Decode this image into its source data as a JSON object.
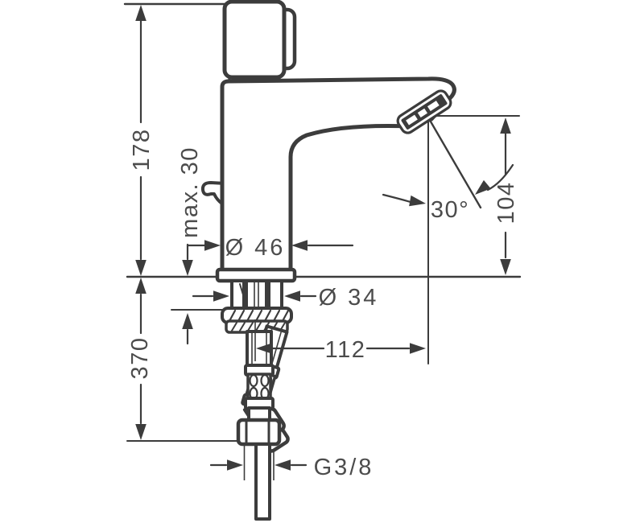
{
  "diagram": {
    "subject": "basin-mixer-faucet-dimension-drawing",
    "background_color": "#ffffff",
    "line_color": "#3c3c3c",
    "text_color": "#4c4c4c",
    "labels": {
      "total_height": "178",
      "max_deck_thickness": "max. 30",
      "body_diameter": "Ø 46",
      "shank_diameter": "Ø 34",
      "below_deck_length": "370",
      "spout_reach": "112",
      "outlet_height": "104",
      "stream_angle": "30°",
      "thread_size": "G3/8"
    }
  }
}
